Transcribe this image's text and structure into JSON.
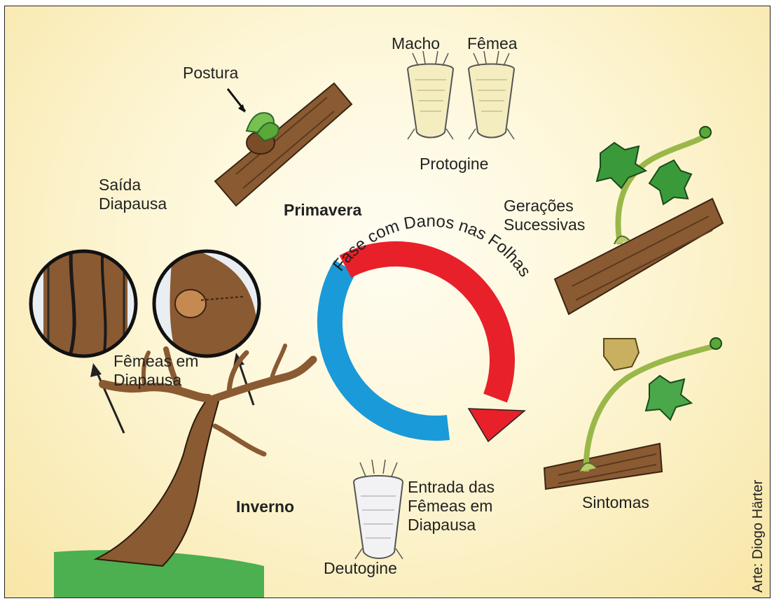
{
  "diagram": {
    "labels": {
      "postura": "Postura",
      "macho": "Macho",
      "femea": "Fêmea",
      "protogine": "Protogine",
      "saida_line1": "Saída",
      "saida_line2": "Diapausa",
      "primavera": "Primavera",
      "geracoes_line1": "Gerações",
      "geracoes_line2": "Sucessivas",
      "femeas_diapausa_line1": "Fêmeas em",
      "femeas_diapausa_line2": "Diapausa",
      "inverno": "Inverno",
      "entrada_line1": "Entrada das",
      "entrada_line2": "Fêmeas em",
      "entrada_line3": "Diapausa",
      "deutogine": "Deutogine",
      "sintomas": "Sintomas",
      "arc_text": "Fase com Danos nas Folhas",
      "credit": "Arte: Diogo Härter"
    },
    "colors": {
      "arc_red": "#e8202a",
      "arc_blue": "#1a9ad8",
      "bark": "#8a5a32",
      "leaf": "#3a9a3a"
    }
  }
}
